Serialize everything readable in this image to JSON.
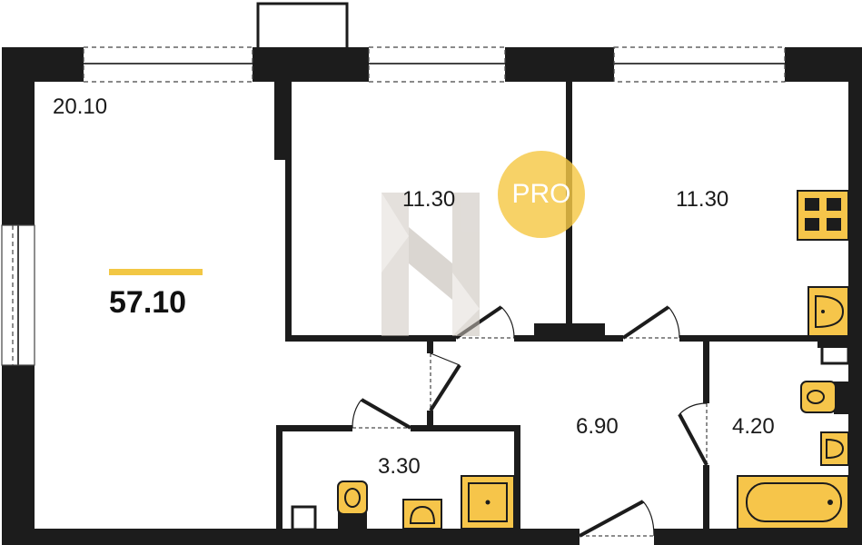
{
  "total_area": "57.10",
  "rooms": [
    {
      "id": "living",
      "area": "20.10"
    },
    {
      "id": "bedroom-1",
      "area": "11.30"
    },
    {
      "id": "bedroom-2",
      "area": "11.30"
    },
    {
      "id": "hall",
      "area": "6.90"
    },
    {
      "id": "bathroom",
      "area": "4.20"
    },
    {
      "id": "wc",
      "area": "3.30"
    }
  ],
  "badge": {
    "label": "PRO"
  },
  "colors": {
    "wall": "#1c1c1c",
    "fixture": "#f6c54a",
    "accent": "#f2c744",
    "badge": "#f5c846",
    "logo": "#d9d4ce"
  },
  "icons": [
    "stove-icon",
    "kitchen-sink-icon",
    "toilet-icon",
    "washbasin-icon",
    "bathtub-icon",
    "shower-tray-icon",
    "logo-watermark"
  ]
}
